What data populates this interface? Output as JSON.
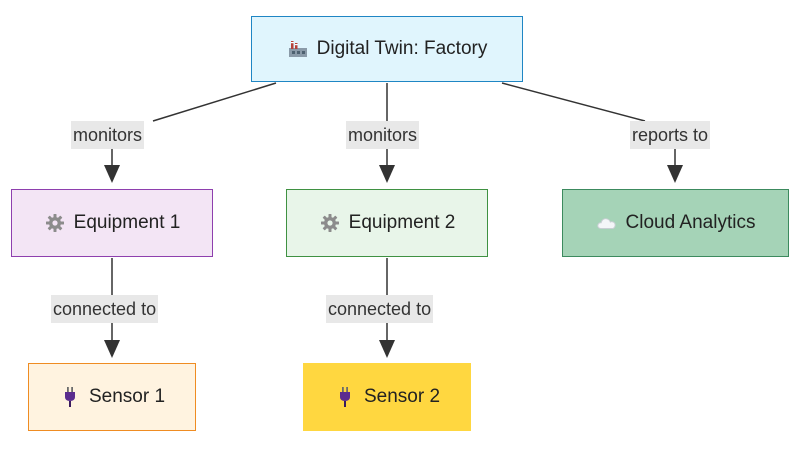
{
  "nodes": {
    "root": {
      "label": "Digital Twin: Factory",
      "icon": "factory-icon"
    },
    "equipment_1": {
      "label": "Equipment 1",
      "icon": "gear-icon"
    },
    "equipment_2": {
      "label": "Equipment 2",
      "icon": "gear-icon"
    },
    "cloud": {
      "label": "Cloud Analytics",
      "icon": "cloud-icon"
    },
    "sensor_1": {
      "label": "Sensor 1",
      "icon": "plug-icon"
    },
    "sensor_2": {
      "label": "Sensor 2",
      "icon": "plug-icon"
    }
  },
  "edges": [
    {
      "from": "root",
      "to": "equipment_1",
      "label": "monitors"
    },
    {
      "from": "root",
      "to": "equipment_2",
      "label": "monitors"
    },
    {
      "from": "root",
      "to": "cloud",
      "label": "reports to"
    },
    {
      "from": "equipment_1",
      "to": "sensor_1",
      "label": "connected to"
    },
    {
      "from": "equipment_2",
      "to": "sensor_2",
      "label": "connected to"
    }
  ],
  "colors": {
    "root_fill": "#e0f5fd",
    "root_border": "#1f86c4",
    "equipment_1_fill": "#f3e5f5",
    "equipment_1_border": "#8e3fae",
    "equipment_2_fill": "#e8f5e9",
    "equipment_2_border": "#3f9142",
    "cloud_fill": "#a5d3b7",
    "cloud_border": "#3c8a5e",
    "sensor_1_fill": "#fff3e0",
    "sensor_1_border": "#ef8c22",
    "sensor_2_fill": "#ffd740",
    "edge_line": "#333333",
    "edge_label_bg": "#e8e8e8"
  }
}
